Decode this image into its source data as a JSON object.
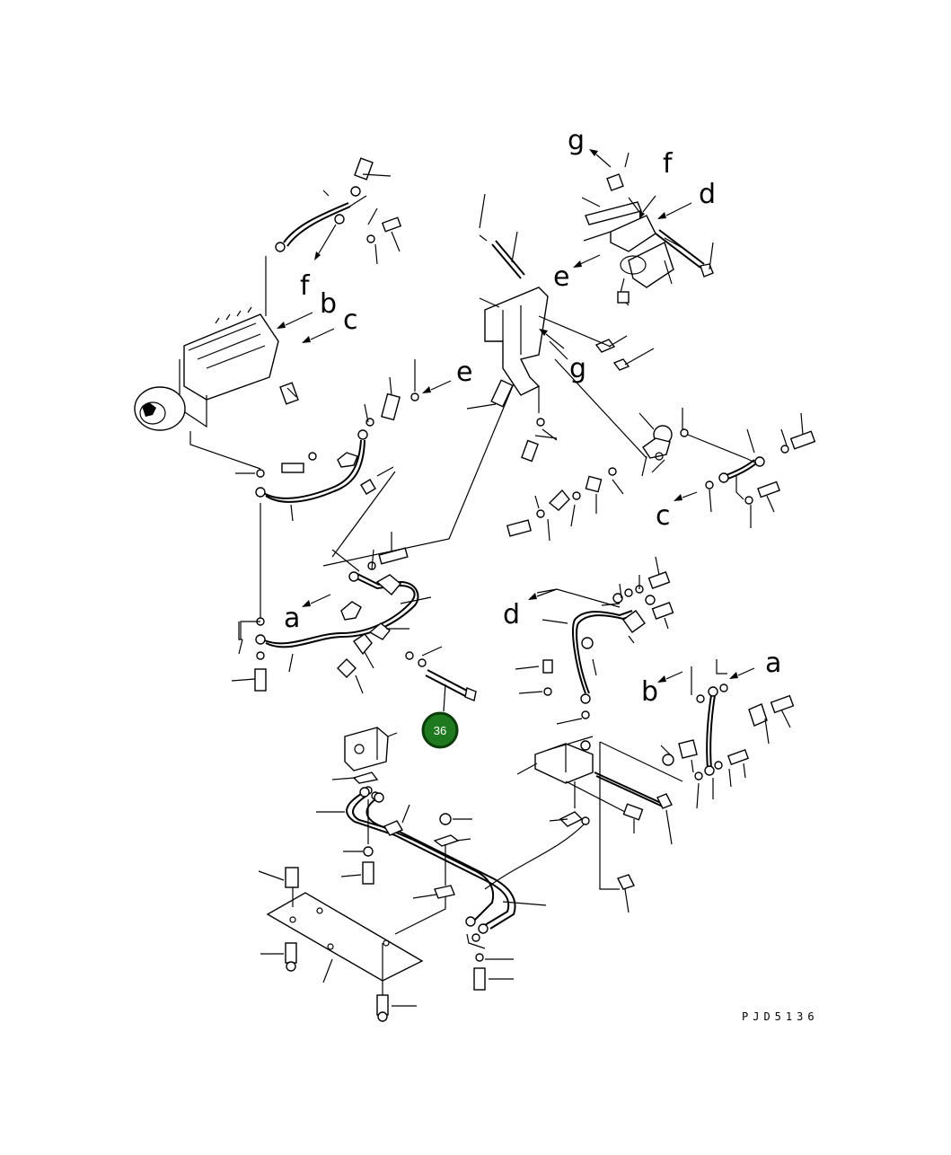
{
  "callout": {
    "number": "36",
    "color": "#1f7a1f",
    "ring": "#0a3d0a"
  },
  "drawing_code": "PJD5136",
  "reference_letters": [
    {
      "id": "g-top",
      "text": "g"
    },
    {
      "id": "f-top",
      "text": "f"
    },
    {
      "id": "d-top",
      "text": "d"
    },
    {
      "id": "e-top",
      "text": "e"
    },
    {
      "id": "f-left",
      "text": "f"
    },
    {
      "id": "b-left",
      "text": "b"
    },
    {
      "id": "c-left",
      "text": "c"
    },
    {
      "id": "e-mid",
      "text": "e"
    },
    {
      "id": "g-mid",
      "text": "g"
    },
    {
      "id": "c-right",
      "text": "c"
    },
    {
      "id": "a-left",
      "text": "a"
    },
    {
      "id": "d-mid",
      "text": "d"
    },
    {
      "id": "b-right",
      "text": "b"
    },
    {
      "id": "a-right",
      "text": "a"
    }
  ]
}
